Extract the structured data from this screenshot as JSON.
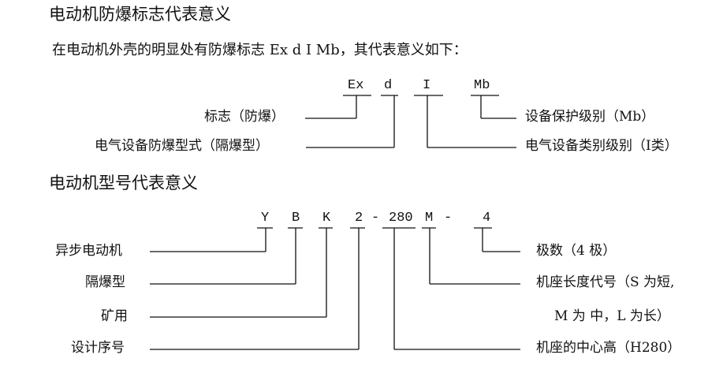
{
  "section1": {
    "title": "电动机防爆标志代表意义",
    "intro": "在电动机外壳的明显处有防爆标志 Ex d I Mb，其代表意义如下：",
    "code": [
      "Ex",
      "d",
      "I",
      "Mb"
    ],
    "labels": {
      "ex": "标志（防爆）",
      "d": "电气设备防爆型式（隔爆型）",
      "mb": "设备保护级别（Mb）",
      "i": "电气设备类别级别（I类）"
    }
  },
  "section2": {
    "title": "电动机型号代表意义",
    "code": [
      "Y",
      "B",
      "K",
      "2",
      "-",
      "280",
      "M",
      "-",
      "4"
    ],
    "labels": {
      "y": "异步电动机",
      "b": "隔爆型",
      "k": "矿用",
      "n2": "设计序号",
      "poles": "极数（4 极）",
      "m_line1": "机座长度代号（S 为短,",
      "m_line2": "M 为 中，L 为长）",
      "h280": "机座的中心高（H280）"
    }
  }
}
